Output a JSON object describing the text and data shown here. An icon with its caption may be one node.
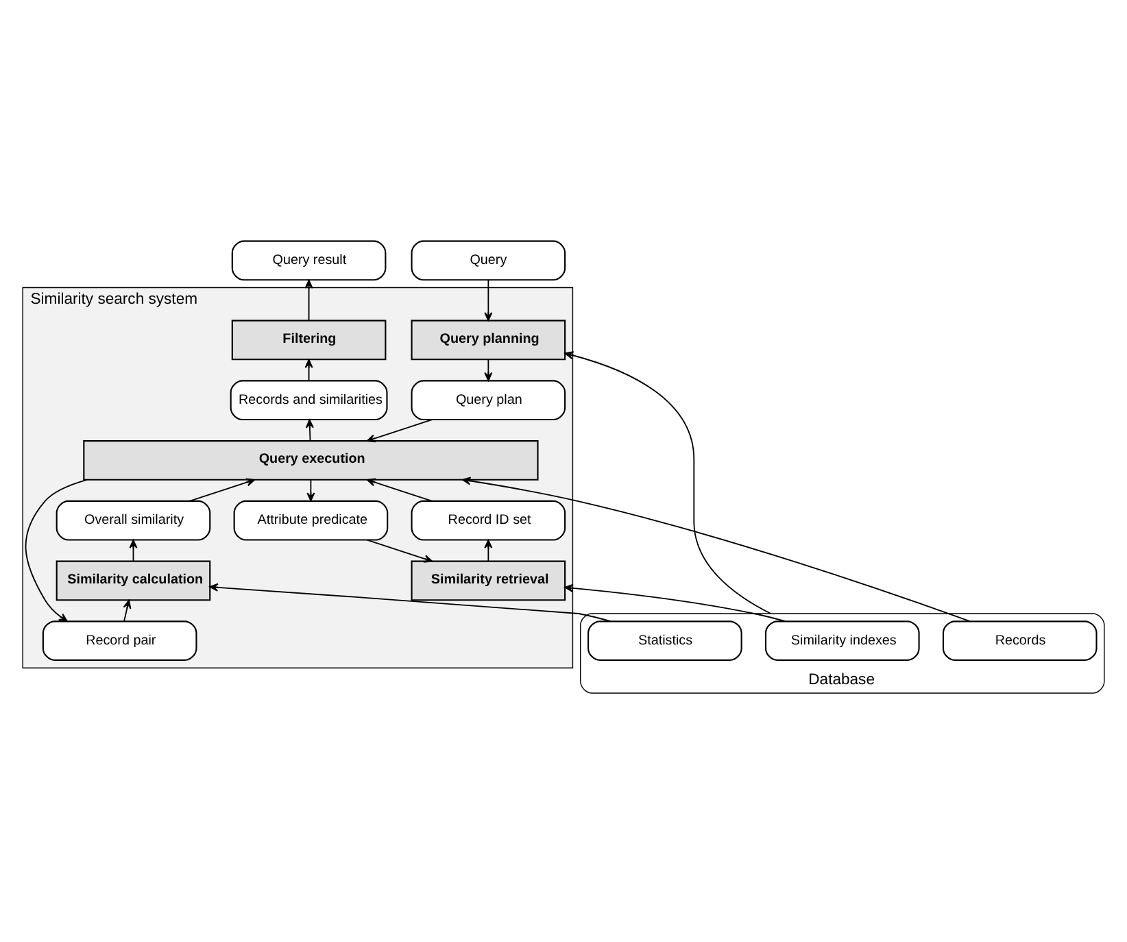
{
  "diagram": {
    "nodes": [
      {
        "text": [
          "Query"
        ]
      },
      {
        "text": [
          "Query result"
        ]
      },
      {
        "text": [
          "Similarity search system"
        ]
      },
      {
        "text": [
          "Query planning"
        ],
        "in": 2
      },
      {
        "text": [
          "Filtering"
        ],
        "in": 2
      },
      {
        "text": [
          "Query plan"
        ],
        "in": 2
      },
      {
        "text": [
          "Records and similarities"
        ],
        "in": 2
      },
      {
        "text": [
          "Query execution"
        ],
        "in": 2
      },
      {
        "text": [
          "Attribute predicate"
        ],
        "in": 2
      },
      {
        "text": [
          "Record ID set"
        ],
        "in": 2
      },
      {
        "text": [
          "Record pair"
        ],
        "in": 2
      },
      {
        "text": [
          "Overall similarity"
        ],
        "in": 2
      },
      {
        "text": [
          "Similarity retrieval"
        ],
        "in": 2
      },
      {
        "text": [
          "Similarity calculation"
        ],
        "in": 2
      },
      {
        "text": [
          "Database"
        ]
      },
      {
        "text": [
          "Similarity indexes"
        ],
        "in": 14
      },
      {
        "text": [
          "Records"
        ],
        "in": 14
      },
      {
        "text": [
          "Statistics"
        ],
        "in": 14
      }
    ],
    "edges": [
      {
        "from": 0,
        "to": 3,
        "arrow": "to"
      },
      {
        "from": 3,
        "to": 5,
        "arrow": "to"
      },
      {
        "from": 5,
        "to": 7,
        "arrow": "to"
      },
      {
        "from": 7,
        "to": 6,
        "arrow": "to"
      },
      {
        "from": 6,
        "to": 4,
        "arrow": "to"
      },
      {
        "from": 4,
        "to": 1,
        "arrow": "to"
      },
      {
        "from": 7,
        "to": 8,
        "arrow": "to"
      },
      {
        "from": 8,
        "to": 12,
        "arrow": "to"
      },
      {
        "from": 12,
        "to": 9,
        "arrow": "to"
      },
      {
        "from": 9,
        "to": 7,
        "arrow": "to"
      },
      {
        "from": 16,
        "to": 7,
        "arrow": "to"
      },
      {
        "from": 7,
        "to": 10,
        "arrow": "to"
      },
      {
        "from": 10,
        "to": 13,
        "arrow": "to"
      },
      {
        "from": 13,
        "to": 11,
        "arrow": "to"
      },
      {
        "from": 11,
        "to": 7,
        "arrow": "to"
      },
      {
        "from": 15,
        "to": 12,
        "arrow": "to"
      },
      {
        "from": 17,
        "to": 13,
        "arrow": "to"
      },
      {
        "from": 14,
        "to": 3,
        "arrow": "to"
      }
    ]
  }
}
